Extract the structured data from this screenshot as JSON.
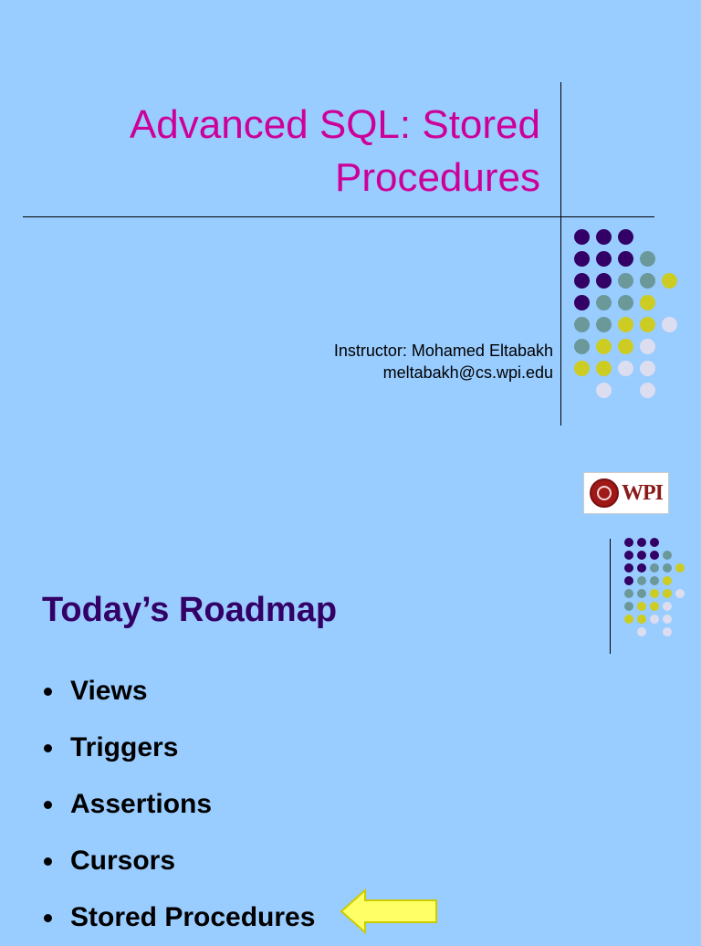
{
  "slide1": {
    "title_line1": "Advanced SQL: Stored",
    "title_line2": "Procedures",
    "instructor_line1": "Instructor: Mohamed Eltabakh",
    "instructor_line2": "meltabakh@cs.wpi.edu",
    "logo_text": "WPI"
  },
  "slide2": {
    "title": "Today’s Roadmap",
    "items": [
      "Views",
      "Triggers",
      "Assertions",
      "Cursors",
      "Stored Procedures"
    ],
    "highlighted_item": "Stored Procedures"
  },
  "colors": {
    "background": "#99ccff",
    "title": "#cc0099",
    "heading": "#330066",
    "dot_purple": "#330066",
    "dot_teal": "#6b9999",
    "dot_yellow": "#cccc22",
    "dot_lavender": "#ddddf0",
    "arrow_fill": "#ffff66",
    "arrow_stroke": "#cccc00"
  }
}
